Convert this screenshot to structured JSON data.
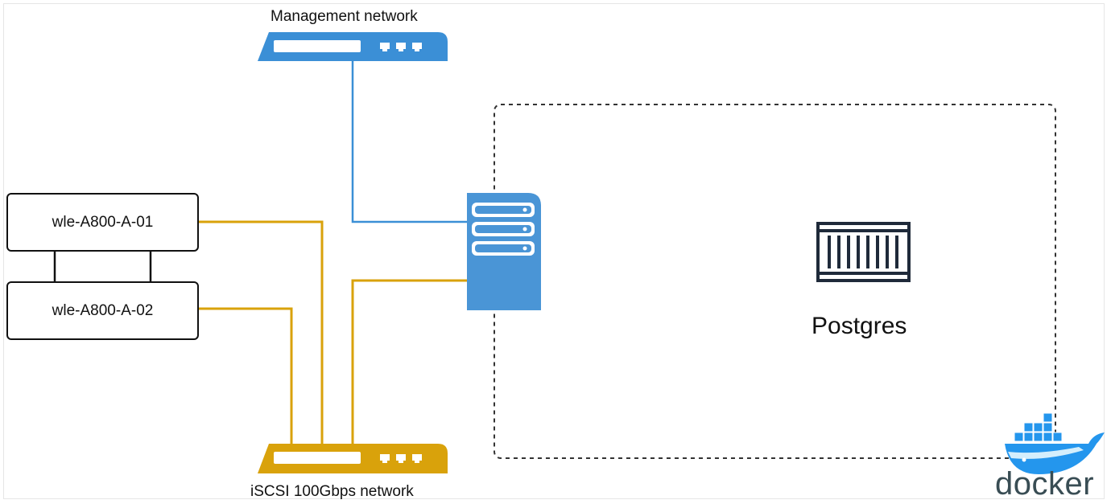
{
  "diagram": {
    "management_switch": {
      "label": "Management network",
      "icon": "network-switch-icon",
      "color": "#3b8fd6"
    },
    "iscsi_switch": {
      "label": "iSCSI 100Gbps network",
      "icon": "network-switch-icon",
      "color": "#d9a20b"
    },
    "storage_nodes": [
      {
        "label": "wle-A800-A-01"
      },
      {
        "label": "wle-A800-A-02"
      }
    ],
    "server": {
      "icon": "server-rack-icon",
      "color": "#4a95d6"
    },
    "container": {
      "label": "Postgres",
      "icon": "container-icon"
    },
    "docker": {
      "label": "docker",
      "icon": "docker-whale-icon",
      "color": "#2496ed"
    },
    "colors": {
      "management_link": "#3b8fd6",
      "iscsi_link": "#d9a20b",
      "outline": "#111111"
    }
  }
}
